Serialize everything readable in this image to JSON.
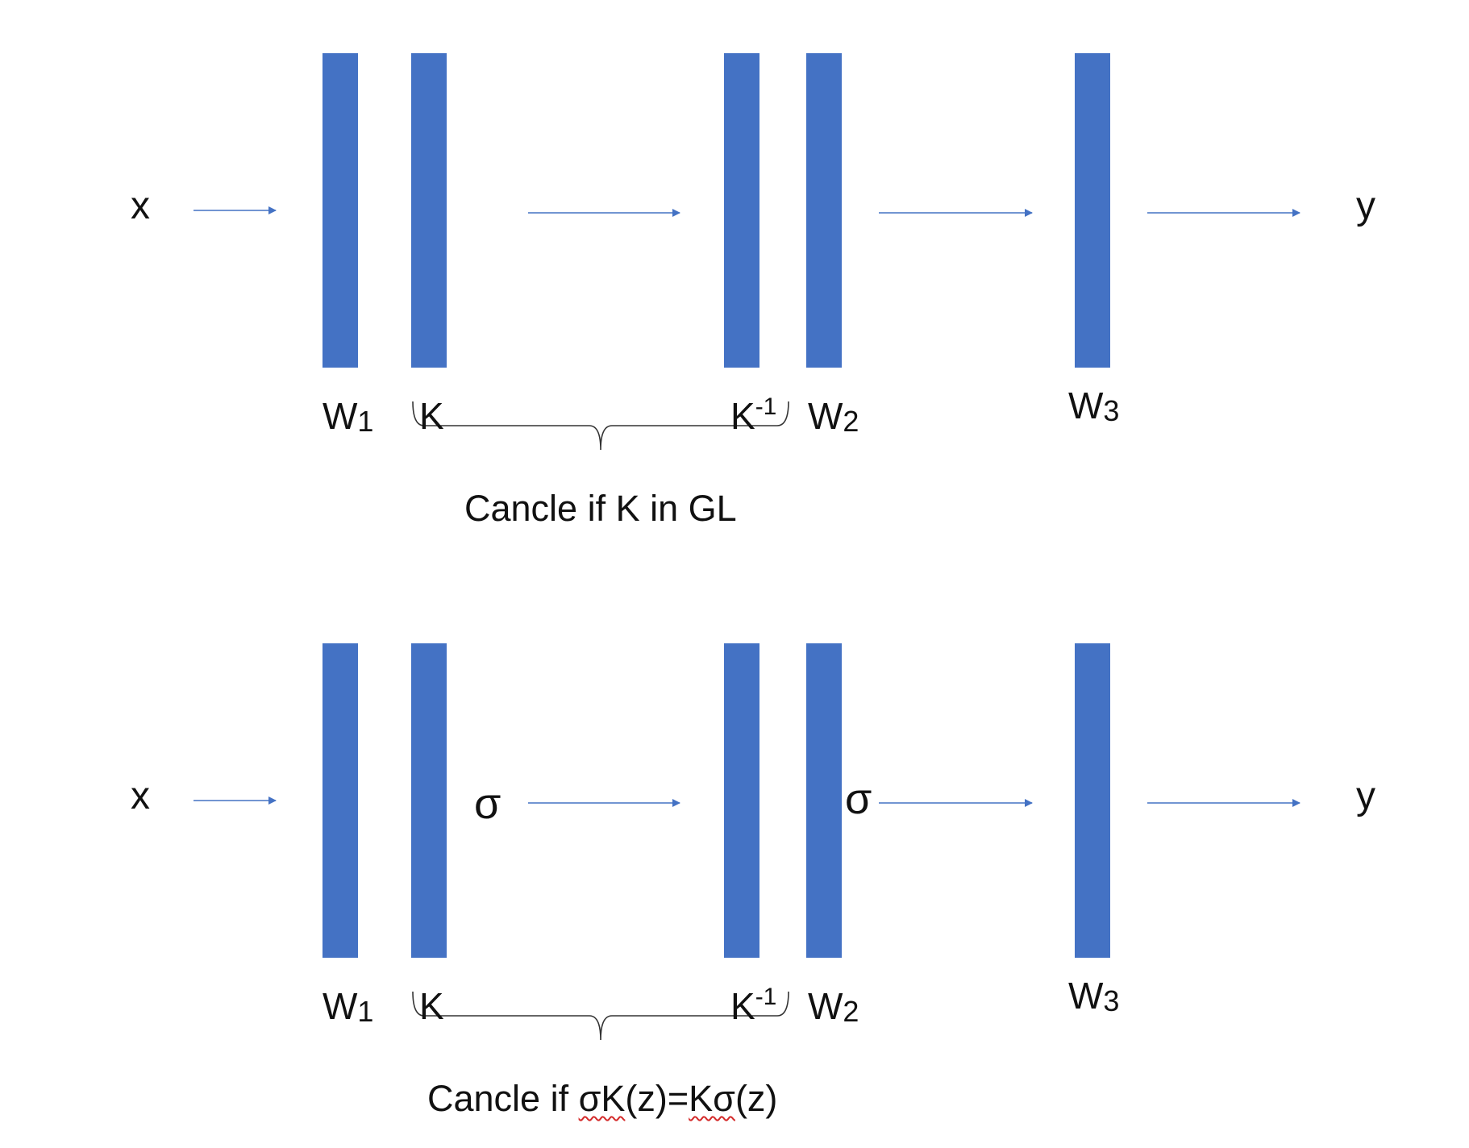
{
  "colors": {
    "layer": "#4472c4",
    "arrow": "#4472c4",
    "brace": "#333333",
    "text": "#111111",
    "spellcheck": "#d42a2a"
  },
  "panels": [
    {
      "input": "x",
      "output": "y",
      "layers": [
        {
          "base": "W",
          "mark": "1",
          "mark_type": "sub"
        },
        {
          "base": "K",
          "mark": "",
          "mark_type": "none"
        },
        {
          "base": "K",
          "mark": "-1",
          "mark_type": "sup"
        },
        {
          "base": "W",
          "mark": "2",
          "mark_type": "sub"
        },
        {
          "base": "W",
          "mark": "3",
          "mark_type": "sub"
        }
      ],
      "activations": [],
      "caption_parts": [
        {
          "text": "Cancle if K in GL",
          "squiggle": false
        }
      ]
    },
    {
      "input": "x",
      "output": "y",
      "layers": [
        {
          "base": "W",
          "mark": "1",
          "mark_type": "sub"
        },
        {
          "base": "K",
          "mark": "",
          "mark_type": "none"
        },
        {
          "base": "K",
          "mark": "-1",
          "mark_type": "sup"
        },
        {
          "base": "W",
          "mark": "2",
          "mark_type": "sub"
        },
        {
          "base": "W",
          "mark": "3",
          "mark_type": "sub"
        }
      ],
      "activations": [
        "σ",
        "σ"
      ],
      "caption_parts": [
        {
          "text": "Cancle if ",
          "squiggle": false
        },
        {
          "text": "σK",
          "squiggle": true
        },
        {
          "text": "(z)=",
          "squiggle": false
        },
        {
          "text": "Kσ",
          "squiggle": true
        },
        {
          "text": "(z)",
          "squiggle": false
        }
      ]
    }
  ]
}
